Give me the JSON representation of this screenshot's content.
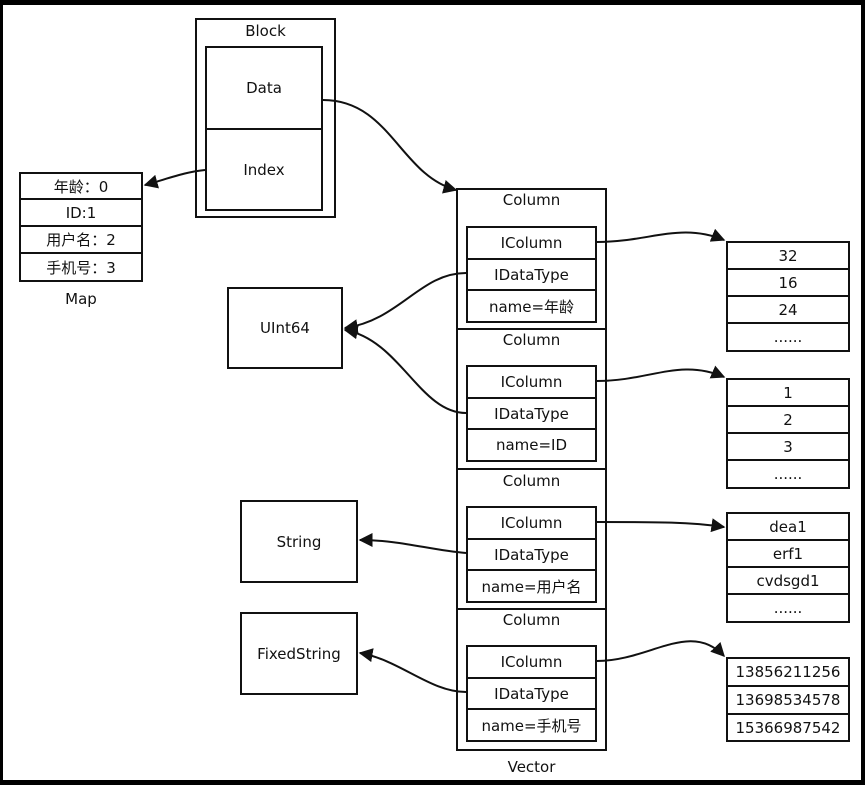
{
  "block": {
    "title": "Block",
    "data_label": "Data",
    "index_label": "Index"
  },
  "map": {
    "caption": "Map",
    "rows": [
      "年龄：0",
      "ID:1",
      "用户名：2",
      "手机号：3"
    ]
  },
  "vector": {
    "caption": "Vector",
    "columns": [
      {
        "title": "Column",
        "icolumn": "IColumn",
        "idatatype": "IDataType",
        "name": "name=年龄"
      },
      {
        "title": "Column",
        "icolumn": "IColumn",
        "idatatype": "IDataType",
        "name": "name=ID"
      },
      {
        "title": "Column",
        "icolumn": "IColumn",
        "idatatype": "IDataType",
        "name": "name=用户名"
      },
      {
        "title": "Column",
        "icolumn": "IColumn",
        "idatatype": "IDataType",
        "name": "name=手机号"
      }
    ]
  },
  "types": {
    "uint64": "UInt64",
    "string": "String",
    "fixedstring": "FixedString"
  },
  "value_lists": [
    [
      "32",
      "16",
      "24",
      "......"
    ],
    [
      "1",
      "2",
      "3",
      "......"
    ],
    [
      "dea1",
      "erf1",
      "cvdsgd1",
      "......"
    ],
    [
      "13856211256",
      "13698534578",
      "15366987542"
    ]
  ]
}
